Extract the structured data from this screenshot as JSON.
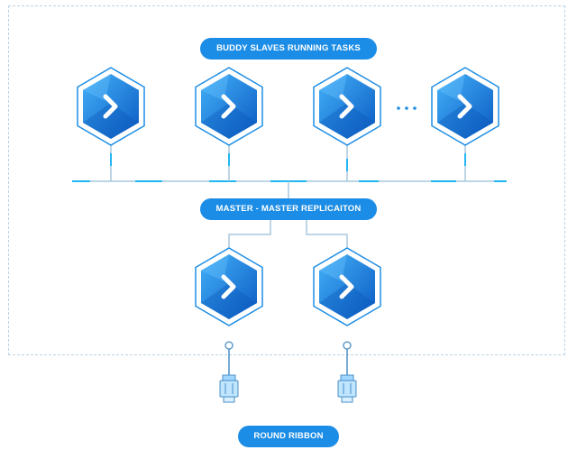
{
  "labels": {
    "top": "BUDDY SLAVES RUNNING TASKS",
    "middle": "MASTER - MASTER REPLICAITON",
    "bottom": "ROUND RIBBON"
  },
  "icons": {
    "node": "buddy-chevron-hexagon-icon",
    "ellipsis": "ellipsis-icon",
    "connector": "network-connector-icon"
  },
  "colors": {
    "pill": "#1c8de6",
    "hex_outline": "#1c8de6",
    "hex_fill_light": "#3aa7f5",
    "hex_fill_dark": "#0d62c9",
    "bus_line": "#a9c7de",
    "bus_dash": "#22b6f2",
    "frame": "#b9d3e6"
  }
}
